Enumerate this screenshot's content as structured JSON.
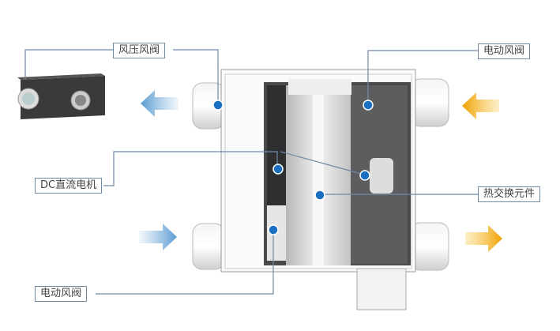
{
  "callouts": {
    "pressure_damper": "风压风阀",
    "electric_damper_top": "电动风阀",
    "dc_motor": "DC直流电机",
    "heat_exchanger": "热交换元件",
    "electric_damper_bottom": "电动风阀"
  },
  "colors": {
    "callout_line": "#6f8aa6",
    "dot": "#1a6fc0",
    "cool_arrow": "#7fb2dc",
    "warm_arrow": "#f2a900"
  }
}
